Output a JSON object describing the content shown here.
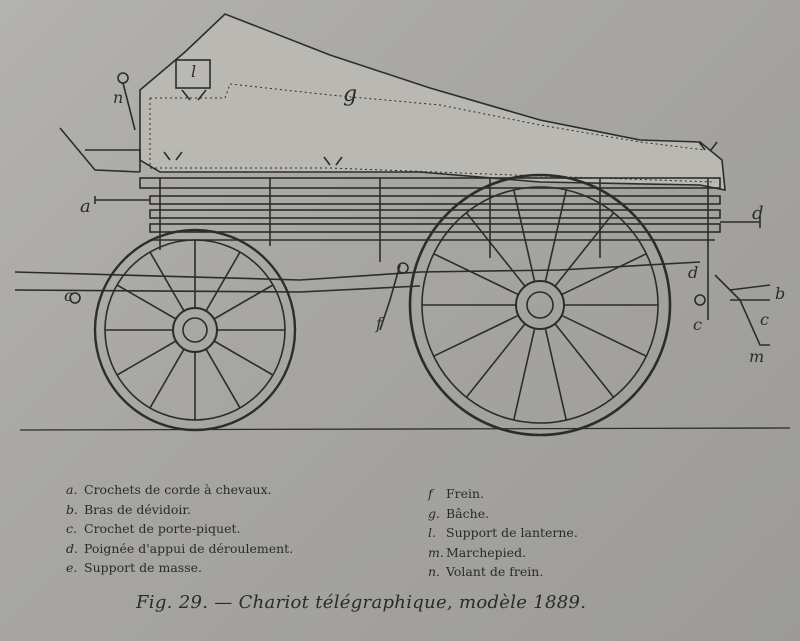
{
  "figure": {
    "callouts": [
      "a",
      "b",
      "c",
      "d",
      "f",
      "g",
      "l",
      "m",
      "n",
      "c",
      "d",
      "c"
    ]
  },
  "legend": {
    "left": [
      {
        "letter": "a.",
        "text": "Crochets de corde à chevaux."
      },
      {
        "letter": "b.",
        "text": "Bras de dévidoir."
      },
      {
        "letter": "c.",
        "text": "Crochet de porte-piquet."
      },
      {
        "letter": "d.",
        "text": "Poignée d'appui de déroulement."
      },
      {
        "letter": "e.",
        "text": "Support de masse."
      }
    ],
    "right": [
      {
        "letter": "f",
        "text": "Frein."
      },
      {
        "letter": "g.",
        "text": "Bâche."
      },
      {
        "letter": "l.",
        "text": "Support de lanterne."
      },
      {
        "letter": "m.",
        "text": "Marchepied."
      },
      {
        "letter": "n.",
        "text": "Volant de frein."
      }
    ]
  },
  "caption": "Fig. 29. — Chariot télégraphique, modèle 1889."
}
